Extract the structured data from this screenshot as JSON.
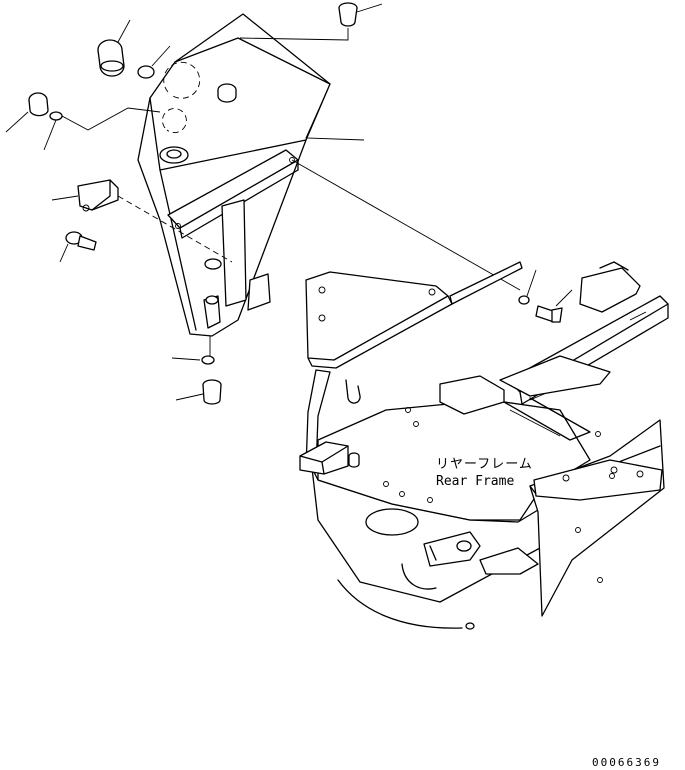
{
  "labels": {
    "frame_name_ja": "リヤーフレーム",
    "frame_name_en": "Rear Frame"
  },
  "drawing_code": "00066369"
}
